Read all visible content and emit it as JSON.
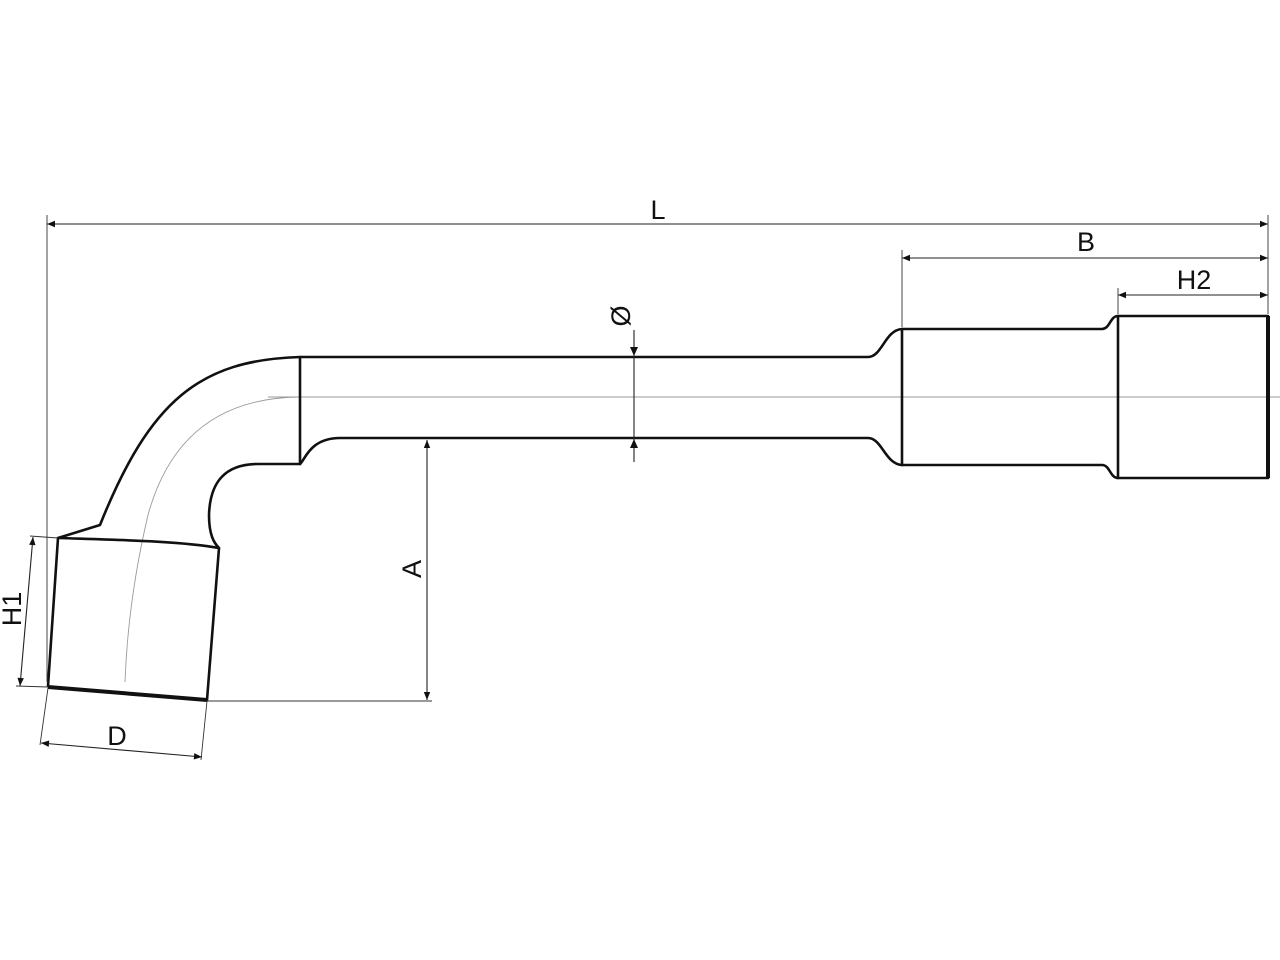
{
  "labels": {
    "L": "L",
    "B": "B",
    "H2": "H2",
    "diameter": "Ø",
    "A": "A",
    "H1": "H1",
    "D": "D"
  },
  "colors": {
    "stroke": "#111111",
    "centerline": "#9a9a9a",
    "background": "#ffffff"
  }
}
